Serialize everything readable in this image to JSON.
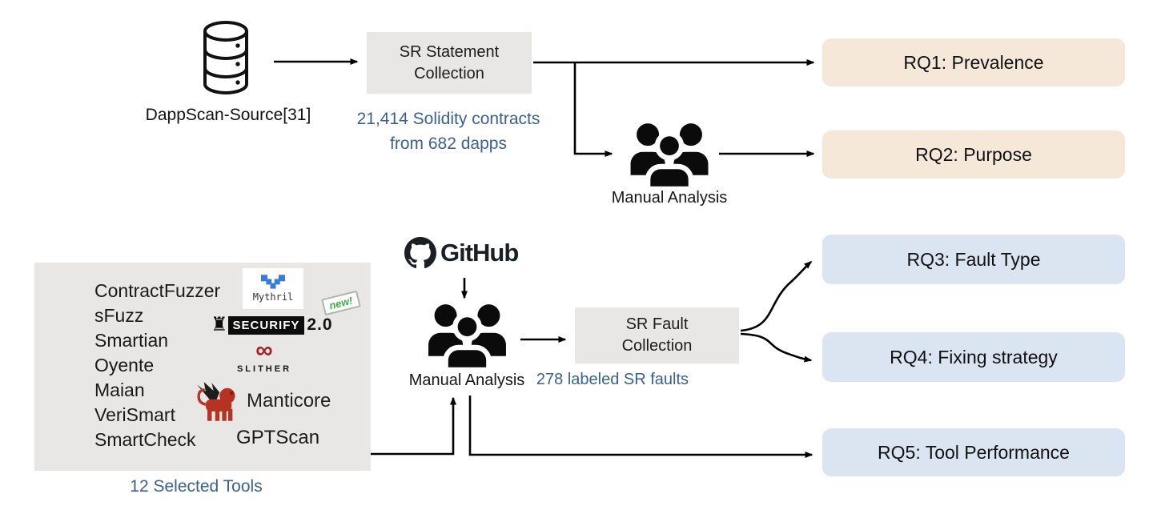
{
  "colors": {
    "background": "#ffffff",
    "gray_box": "#e8e7e5",
    "peach_box": "#f6e8d9",
    "blue_box": "#dbe5f2",
    "blue_text": "#3b618c",
    "arrow": "#000000",
    "securify_black": "#0d0d0d",
    "new_badge_green": "#3fae49",
    "mythril_blue": "#3a7bd5",
    "slither_red": "#a62021",
    "manticore_red": "#b63324"
  },
  "icons": {
    "database_icon": "cylinder-database",
    "people_icon": "group-of-three-people",
    "github_icon": "octocat-mark",
    "securify_rook_glyph": "♜",
    "slither_infinity_glyph": "∞"
  },
  "top_flow": {
    "database_label": "DappScan-Source[31]",
    "sr_statement_box": {
      "line1": "SR Statement",
      "line2": "Collection"
    },
    "contracts_caption": {
      "line1": "21,414 Solidity contracts",
      "line2": "from 682 dapps"
    },
    "manual_analysis_label": "Manual Analysis",
    "rq1": "RQ1: Prevalence",
    "rq2": "RQ2: Purpose"
  },
  "bottom_flow": {
    "tools_box": {
      "text_tools": [
        "ContractFuzzer",
        "sFuzz",
        "Smartian",
        "Oyente",
        "Maian",
        "VeriSmart",
        "SmartCheck"
      ],
      "mythril_label": "Mythril",
      "securify_name": "SECURIFY",
      "securify_version": "2.0",
      "new_badge": "new!",
      "slither_label": "SLITHER",
      "manticore_label": "Manticore",
      "gptscan_label": "GPTScan",
      "caption": "12 Selected Tools"
    },
    "github_label": "GitHub",
    "manual_analysis_label": "Manual Analysis",
    "sr_fault_box": {
      "line1": "SR Fault",
      "line2": "Collection"
    },
    "faults_caption": "278 labeled SR faults",
    "rq3": "RQ3: Fault Type",
    "rq4": "RQ4: Fixing strategy",
    "rq5": "RQ5: Tool Performance"
  }
}
